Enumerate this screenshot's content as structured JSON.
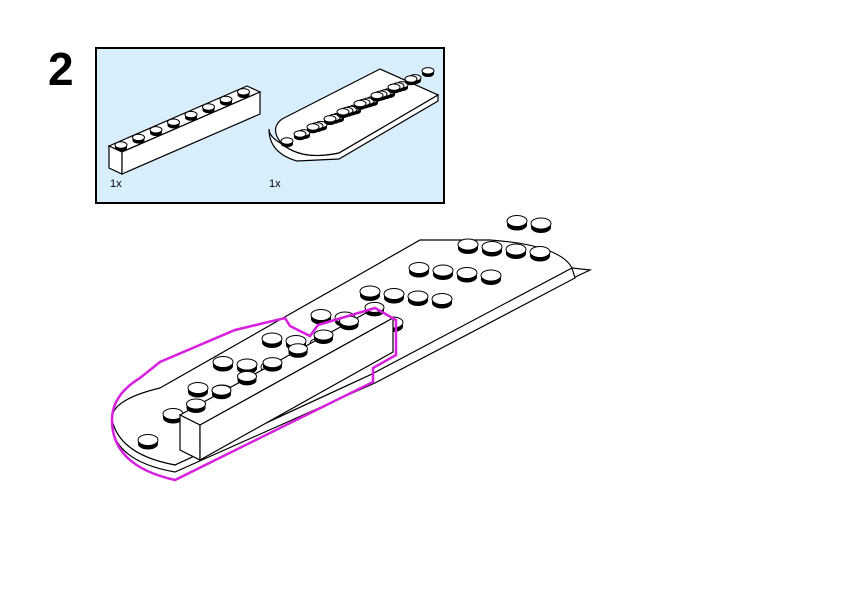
{
  "step": {
    "number": "2"
  },
  "parts": [
    {
      "name": "brick-1x8",
      "quantity": "1x"
    },
    {
      "name": "wedge-plate-4x8-rounded",
      "quantity": "1x"
    }
  ],
  "colors": {
    "parts_box_bg": "#d9eefb",
    "highlight": "#d81fe0",
    "outline": "#000000"
  }
}
